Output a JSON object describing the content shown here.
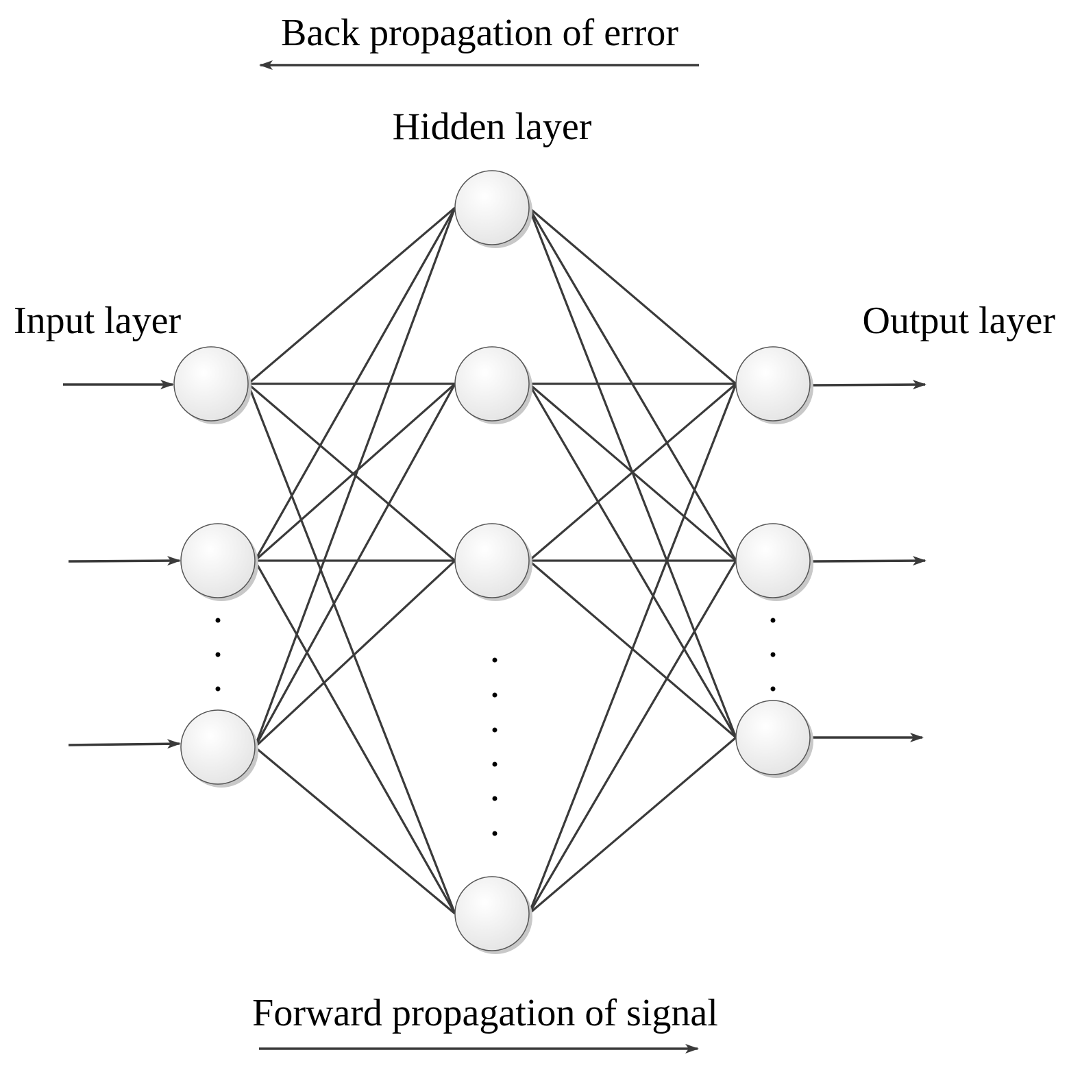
{
  "labels": {
    "back_propagation": "Back propagation of error",
    "hidden_layer": "Hidden layer",
    "input_layer": "Input layer",
    "output_layer": "Output layer",
    "forward_propagation": "Forward propagation of signal"
  },
  "network": {
    "layers": [
      {
        "name": "input",
        "visible_nodes": 3
      },
      {
        "name": "hidden",
        "visible_nodes": 4
      },
      {
        "name": "output",
        "visible_nodes": 3
      }
    ],
    "fully_connected": true
  },
  "colors": {
    "edge": "#3a3a3a",
    "node_fill_light": "#ffffff",
    "node_fill_dark": "#e6e6e6",
    "node_stroke": "#555555",
    "text": "#000000"
  }
}
